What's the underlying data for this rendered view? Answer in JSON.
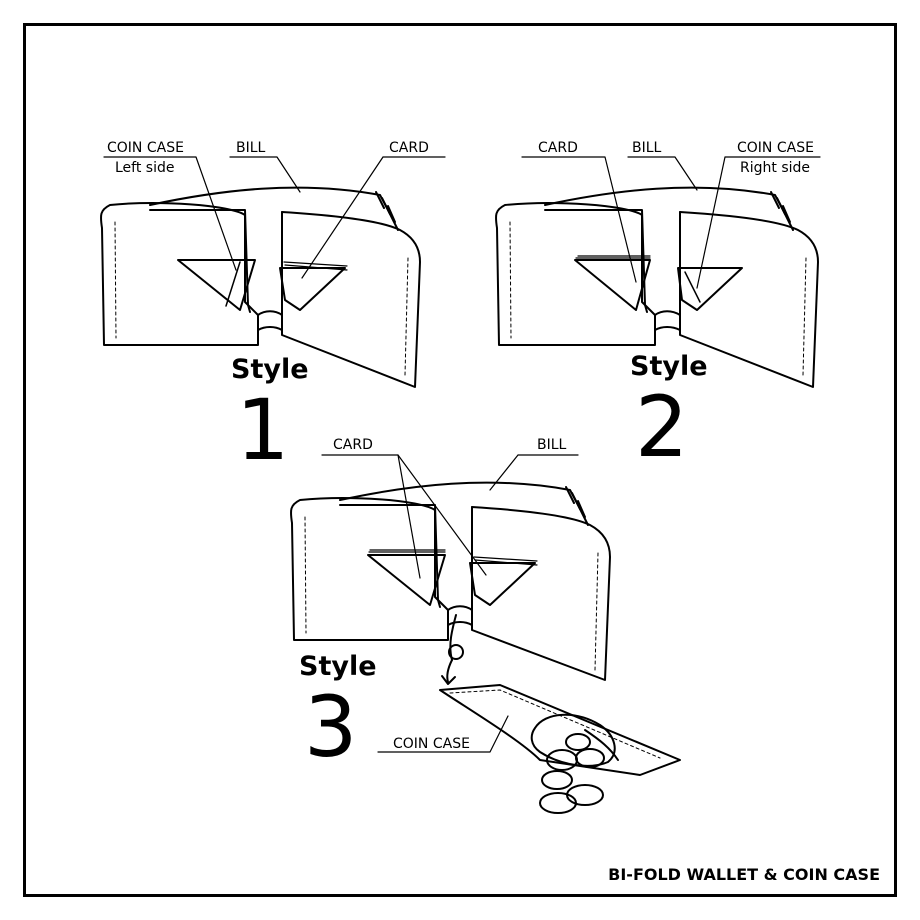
{
  "caption": "BI-FOLD WALLET & COIN CASE",
  "styles": [
    {
      "word": "Style",
      "number": "1",
      "labels": {
        "coin_case": "COIN CASE",
        "coin_case_side": "Left side",
        "bill": "BILL",
        "card": "CARD"
      }
    },
    {
      "word": "Style",
      "number": "2",
      "labels": {
        "card": "CARD",
        "bill": "BILL",
        "coin_case": "COIN CASE",
        "coin_case_side": "Right side"
      }
    },
    {
      "word": "Style",
      "number": "3",
      "labels": {
        "card": "CARD",
        "bill": "BILL",
        "coin_case": "COIN CASE"
      }
    }
  ]
}
